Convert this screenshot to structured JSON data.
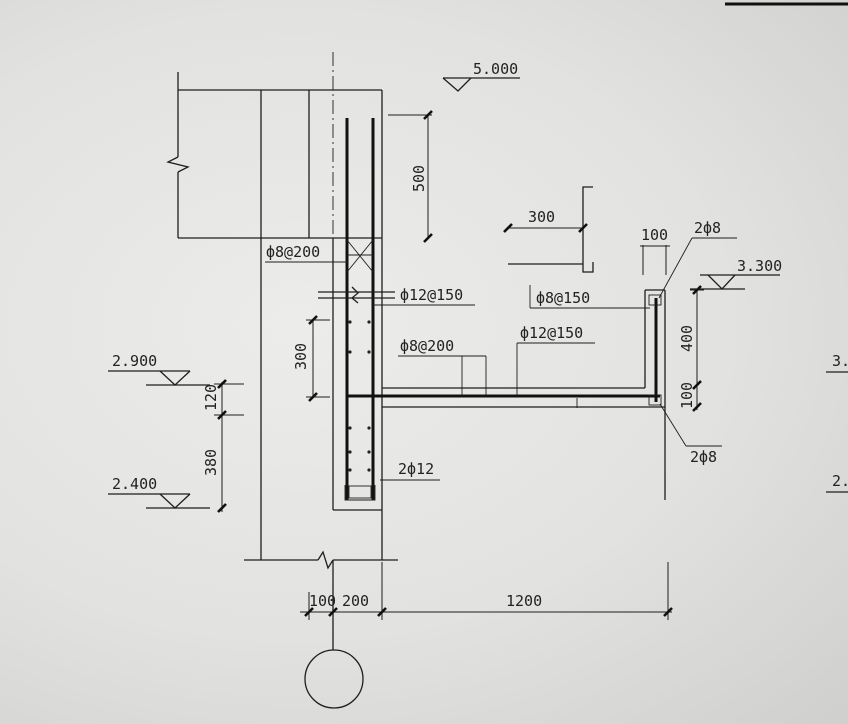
{
  "elevations": {
    "top": "5.000",
    "slab_top": "3.300",
    "mid_upper": "2.900",
    "mid_lower": "2.400",
    "edge_right_1": "3.",
    "edge_right_2": "2."
  },
  "dimensions": {
    "upper_500": "500",
    "cap_300": "300",
    "cap_100": "100",
    "slab_400": "400",
    "slab_100": "100",
    "wall_300": "300",
    "left_120": "120",
    "left_380": "380",
    "bottom_100": "100",
    "bottom_200": "200",
    "bottom_1200": "1200"
  },
  "rebar_labels": {
    "stirrup_upper": "ф8@200",
    "vertical_bars": "ф12@150",
    "slab_dist": "ф8@150",
    "slab_stirrup": "ф8@200",
    "slab_main": "ф12@150",
    "top_corner": "2ф8",
    "bottom_corner": "2ф8",
    "beam_bottom": "2ф12"
  },
  "grid_axis": ""
}
